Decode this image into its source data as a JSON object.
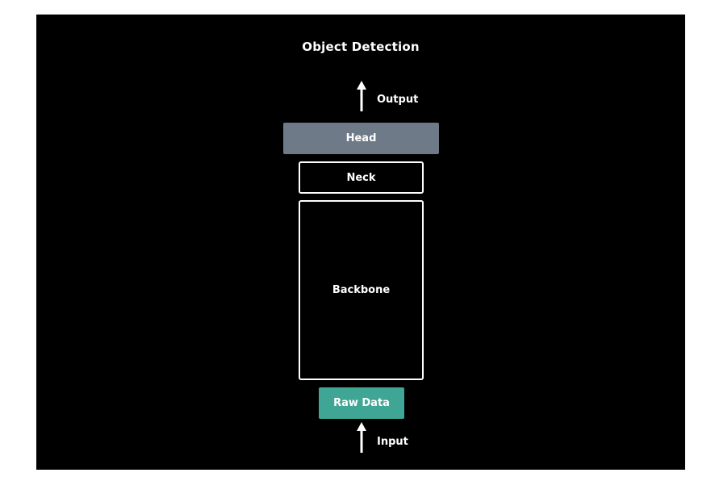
{
  "title": "Object Detection",
  "output_label": "Output",
  "input_label": "Input",
  "blocks": {
    "head": "Head",
    "neck": "Neck",
    "backbone": "Backbone",
    "raw_data": "Raw Data"
  },
  "colors": {
    "background": "#000000",
    "head_fill": "#6e7a88",
    "raw_data_fill": "#3fa594",
    "text": "#ffffff",
    "outline": "#ffffff"
  },
  "icons": {
    "output_arrow": "arrow-up-icon",
    "input_arrow": "arrow-up-icon"
  }
}
